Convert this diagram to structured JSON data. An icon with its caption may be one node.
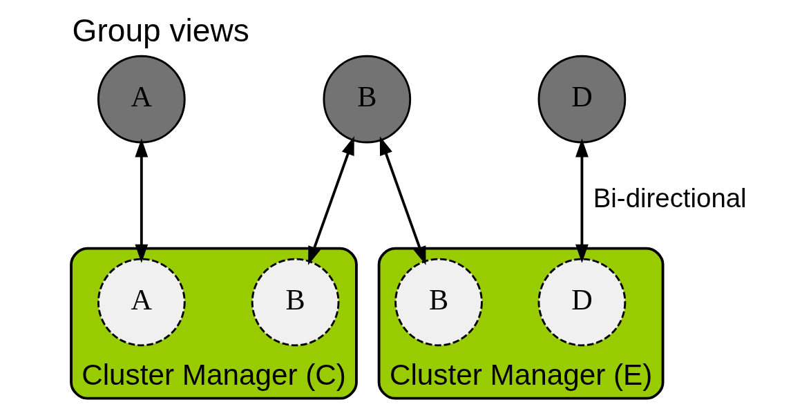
{
  "diagram": {
    "title": "Group views",
    "nodes": [
      {
        "text": [
          "A"
        ]
      },
      {
        "text": [
          "B"
        ]
      },
      {
        "text": [
          "D"
        ]
      },
      {
        "text": [
          "Cluster Manager (C)"
        ]
      },
      {
        "text": [
          "A"
        ],
        "in": 3
      },
      {
        "text": [
          "B"
        ],
        "in": 3
      },
      {
        "text": [
          "Cluster Manager (E)"
        ]
      },
      {
        "text": [
          "B"
        ],
        "in": 6
      },
      {
        "text": [
          "D"
        ],
        "in": 6
      }
    ],
    "edges": [
      {
        "from": 0,
        "to": 4,
        "arrow": "both"
      },
      {
        "from": 1,
        "to": 5,
        "arrow": "both"
      },
      {
        "from": 1,
        "to": 7,
        "arrow": "both"
      },
      {
        "from": 2,
        "to": 8,
        "arrow": "both",
        "label": "Bi-directional"
      }
    ]
  }
}
